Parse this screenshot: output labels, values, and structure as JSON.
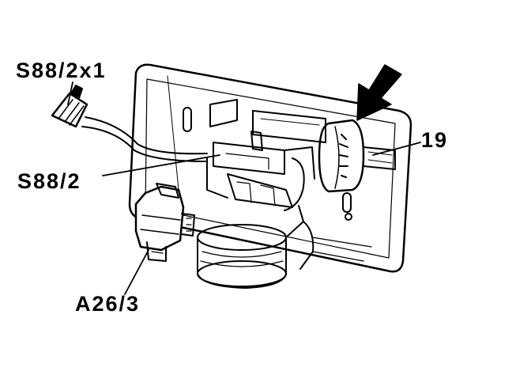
{
  "labels": {
    "connector": "S88/2x1",
    "switch": "S88/2",
    "item": "19",
    "component": "A26/3"
  },
  "colors": {
    "ink": "#000000",
    "paper": "#ffffff"
  },
  "icons": {
    "pointer": "arrow-icon"
  }
}
